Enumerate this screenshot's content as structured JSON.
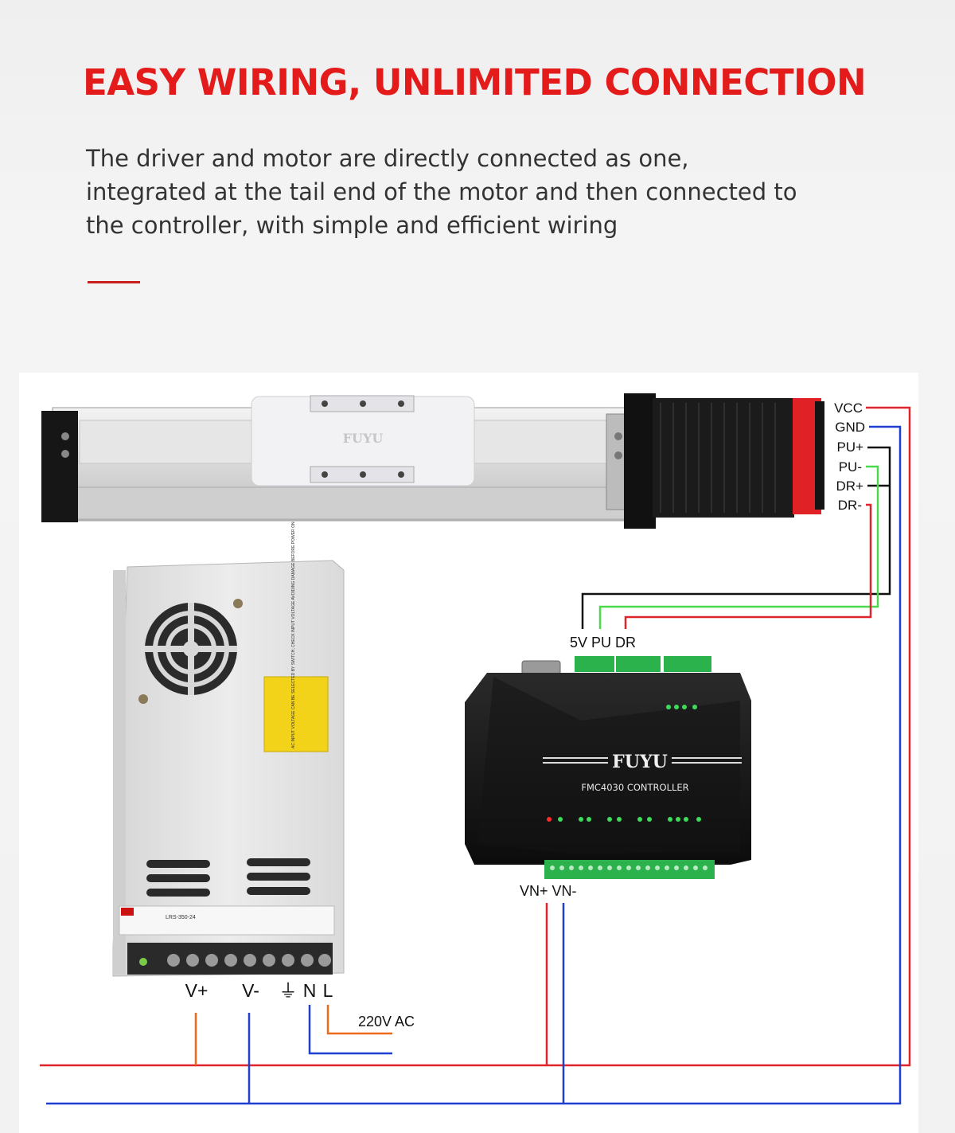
{
  "header": {
    "title": "EASY WIRING, UNLIMITED CONNECTION",
    "description_lines": [
      "The driver and motor are directly connected as one,",
      "integrated at the tail end of the motor and then connected to",
      "the controller, with simple and efficient wiring"
    ],
    "accent_color": "#e31b1b"
  },
  "diagram": {
    "actuator": {
      "slider_logo": "FUYU"
    },
    "motor_pins": [
      "VCC",
      "GND",
      "PU+",
      "PU-",
      "DR+",
      "DR-"
    ],
    "controller": {
      "brand": "FUYU",
      "model": "FMC4030 CONTROLLER",
      "signal_label": "5V PU DR",
      "power_label": "VN+ VN-"
    },
    "power_supply": {
      "model_label": "LRS-350-24",
      "warning_text": "AC INPUT VOLTAGE CAN BE SELECTED BY SWITCH, CHECK INPUT VOLTAGE AVOIDING DAMAGE BEFORE POWER ON",
      "terminal_labels": [
        "V+",
        "V-",
        "⏚",
        "N",
        "L"
      ],
      "ac_label": "220V AC"
    },
    "wire_colors": {
      "positive": "#e0242b",
      "negative": "#1f3fd0",
      "signal_black": "#111111",
      "signal_green": "#4cd94c",
      "ac": "#ee6a1a"
    }
  }
}
